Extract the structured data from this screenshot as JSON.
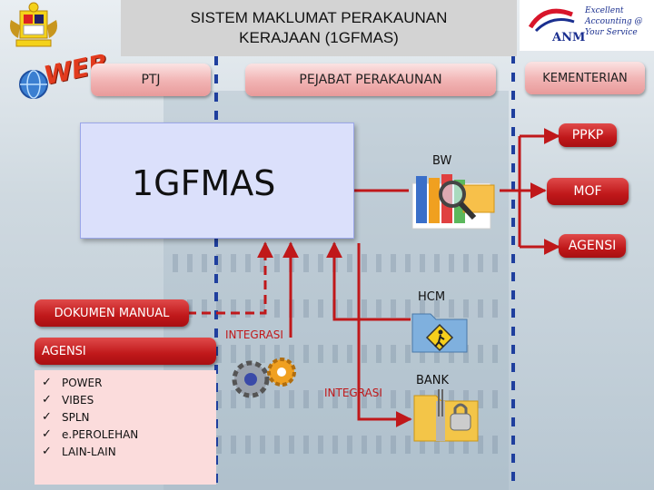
{
  "title": "SISTEM MAKLUMAT PERAKAUNAN\nKERAJAAN (1GFMAS)",
  "logo_right_tagline": [
    "Excellent",
    "Accounting @",
    "Your Service"
  ],
  "logo_right_abbr": "ANM",
  "logo_web_text": "WEB",
  "top_buttons": {
    "ptj": "PTJ",
    "pejabat": "PEJABAT PERAKAUNAN",
    "kementerian": "KEMENTERIAN"
  },
  "main_system": "1GFMAS",
  "right_items": {
    "ppkp": "PPKP",
    "mof": "MOF",
    "agensi": "AGENSI"
  },
  "bw_label": "BW",
  "hcm_label": "HCM",
  "bank_label": "BANK",
  "integrasi_1": "INTEGRASI",
  "integrasi_2": "INTEGRASI",
  "dokumen_manual": "DOKUMEN MANUAL",
  "agensi_left": "AGENSI",
  "agensi_list": [
    "POWER",
    "VIBES",
    "SPLN",
    "e.PEROLEHAN",
    "LAIN-LAIN"
  ],
  "colors": {
    "arrow_red": "#c0181a",
    "divider_blue": "#1f3f9e",
    "main_box": "#dbe0fb"
  }
}
